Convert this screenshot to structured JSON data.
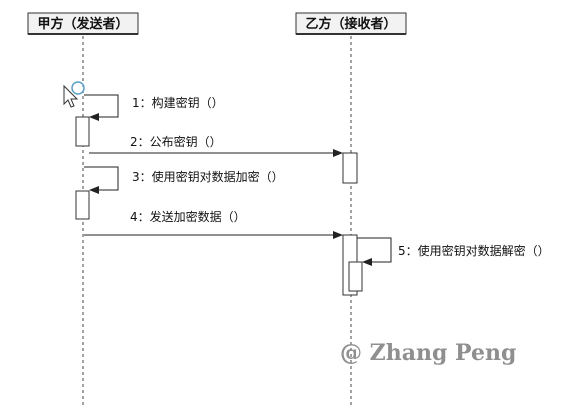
{
  "participants": [
    {
      "id": "sender",
      "label": "甲方（发送者）"
    },
    {
      "id": "receiver",
      "label": "乙方（接收者）"
    }
  ],
  "messages": [
    {
      "from": "sender",
      "to": "sender",
      "label": "1：构建密钥（）"
    },
    {
      "from": "sender",
      "to": "receiver",
      "label": "2：公布密钥（）"
    },
    {
      "from": "sender",
      "to": "sender",
      "label": "3：使用密钥对数据加密（）"
    },
    {
      "from": "sender",
      "to": "receiver",
      "label": "4：发送加密数据（）"
    },
    {
      "from": "receiver",
      "to": "receiver",
      "label": "5：使用密钥对数据解密（）"
    }
  ],
  "watermark": "@ Zhang Peng",
  "icons": {
    "cursor": "cursor-icon"
  },
  "colors": {
    "line": "#333333",
    "header_fill": "#f2f2f2",
    "watermark": "#8f8f8f"
  }
}
